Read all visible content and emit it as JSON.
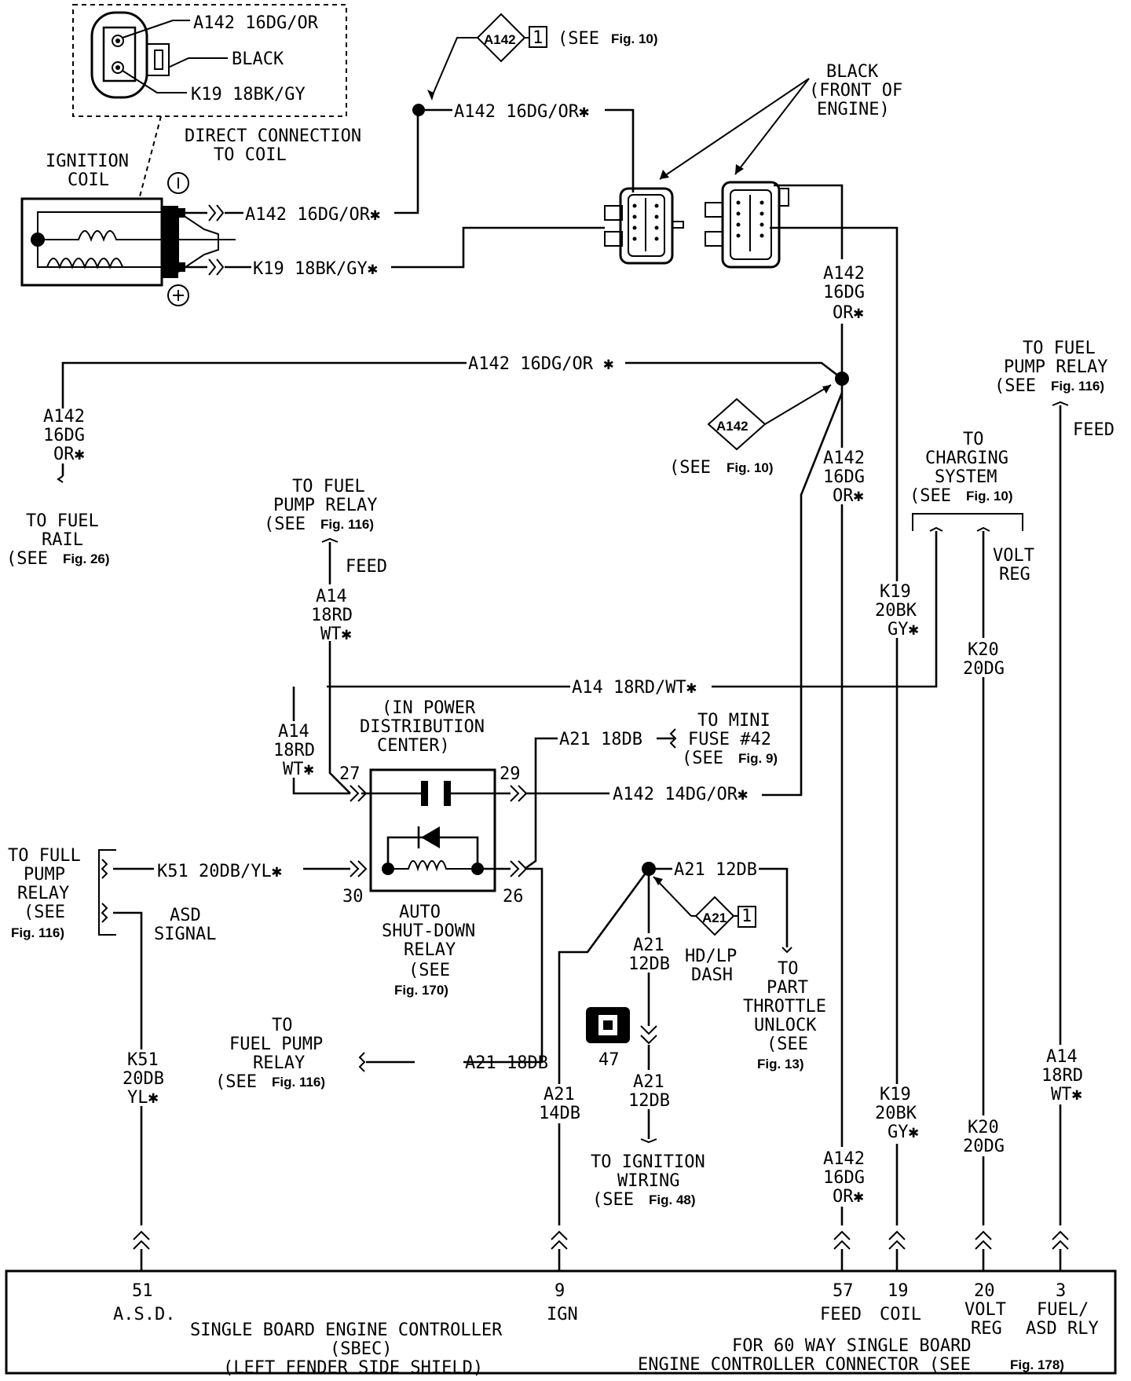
{
  "coil_detail": {
    "pin1": "A142 16DG/OR",
    "body": "BLACK",
    "pin2": "K19 18BK/GY",
    "caption_1": "DIRECT CONNECTION",
    "caption_2": "TO COIL"
  },
  "ignition_coil": {
    "label_1": "IGNITION",
    "label_2": "COIL",
    "wire_top": "A142 16DG/OR✱",
    "wire_bottom": "K19 18BK/GY✱"
  },
  "top_ref": {
    "diamond": "A142",
    "num": "1",
    "see": "(SEE",
    "fig": "Fig. 10)"
  },
  "top_wire": "A142 16DG/OR✱",
  "connector_note": {
    "line1": "BLACK",
    "line2": "(FRONT OF",
    "line3": "ENGINE)"
  },
  "right_drop_1": {
    "l1": "A142",
    "l2": "16DG",
    "l3": "OR✱"
  },
  "long_wire_a142": "A142 16DG/OR ✱",
  "fuel_rail": {
    "w1": "A142",
    "w2": "16DG",
    "w3": "OR✱",
    "to1": "TO FUEL",
    "to2": "RAIL",
    "see": "(SEE",
    "fig": "Fig. 26)"
  },
  "mid_ref": {
    "diamond": "A142",
    "see": "(SEE",
    "fig": "Fig. 10)"
  },
  "right_drop_2": {
    "l1": "A142",
    "l2": "16DG",
    "l3": "OR✱"
  },
  "fuel_pump_relay_top": {
    "l1": "TO FUEL",
    "l2": "PUMP RELAY",
    "see": "(SEE",
    "fig": "Fig. 116)",
    "feed": "FEED"
  },
  "fuel_pump_relay_right": {
    "l1": "TO FUEL",
    "l2": "PUMP RELAY",
    "see": "(SEE",
    "fig": "Fig. 116)",
    "feed": "FEED"
  },
  "charging": {
    "l1": "TO",
    "l2": "CHARGING",
    "l3": "SYSTEM",
    "see": "(SEE",
    "fig": "Fig. 10)",
    "volt": "VOLT",
    "reg": "REG"
  },
  "k19_mid": {
    "l1": "K19",
    "l2": "20BK",
    "l3": "GY✱"
  },
  "k20_mid": {
    "l1": "K20",
    "l2": "20DG"
  },
  "a14_mid": {
    "l1": "A14",
    "l2": "18RD",
    "l3": "WT✱"
  },
  "a14_wire": "A14 18RD/WT✱",
  "a14_left": {
    "l1": "A14",
    "l2": "18RD",
    "l3": "WT✱"
  },
  "pdc": {
    "l1": "(IN POWER",
    "l2": "DISTRIBUTION",
    "l3": "CENTER)"
  },
  "a21_18db_wire": "A21 18DB",
  "mini_fuse": {
    "l1": "TO MINI",
    "l2": "FUSE #42",
    "see": "(SEE",
    "fig": "Fig. 9)"
  },
  "pins": {
    "p27": "27",
    "p29": "29",
    "p30": "30",
    "p26": "26"
  },
  "a142_14dg": "A142 14DG/OR✱",
  "k51_wire": "K51 20DB/YL✱",
  "full_pump": {
    "l1": "TO FULL",
    "l2": "PUMP",
    "l3": "RELAY",
    "see": "(SEE",
    "fig": "Fig. 116)"
  },
  "asd_signal": {
    "l1": "ASD",
    "l2": "SIGNAL"
  },
  "asd_relay": {
    "l1": "AUTO",
    "l2": "SHUT-DOWN",
    "l3": "RELAY",
    "see": "(SEE",
    "fig": "Fig. 170)"
  },
  "splice_a21": {
    "wire": "A21 12DB",
    "diamond": "A21",
    "num": "1"
  },
  "hd_lp": {
    "l1": "HD/LP",
    "l2": "DASH"
  },
  "a21_12db_mid": {
    "l1": "A21",
    "l2": "12DB"
  },
  "part_throttle": {
    "l1": "TO",
    "l2": "PART",
    "l3": "THROTTLE",
    "l4": "UNLOCK",
    "see": "(SEE",
    "fig": "Fig. 13)"
  },
  "fuel_pump_relay_bottom": {
    "l1": "TO",
    "l2": "FUEL PUMP",
    "l3": "RELAY",
    "see": "(SEE",
    "fig": "Fig. 116)",
    "wire": "A21 18DB"
  },
  "k51_bottom": {
    "l1": "K51",
    "l2": "20DB",
    "l3": "YL✱"
  },
  "a21_14db": {
    "l1": "A21",
    "l2": "14DB"
  },
  "splice_47": "47",
  "a21_12db_low": {
    "l1": "A21",
    "l2": "12DB"
  },
  "ignition_wiring": {
    "l1": "TO IGNITION",
    "l2": "WIRING",
    "see": "(SEE",
    "fig": "Fig. 48)"
  },
  "a142_bottom": {
    "l1": "A142",
    "l2": "16DG",
    "l3": "OR✱"
  },
  "k19_bottom": {
    "l1": "K19",
    "l2": "20BK",
    "l3": "GY✱"
  },
  "k20_bottom": {
    "l1": "K20",
    "l2": "20DG"
  },
  "a14_bottom": {
    "l1": "A14",
    "l2": "18RD",
    "l3": "WT✱"
  },
  "sbec": {
    "pin51": "51",
    "pin51_name": "A.S.D.",
    "pin9": "9",
    "pin9_name": "IGN",
    "pin57": "57",
    "pin57_name": "FEED",
    "pin19": "19",
    "pin19_name": "COIL",
    "pin20": "20",
    "pin20_name_1": "VOLT",
    "pin20_name_2": "REG",
    "pin3": "3",
    "pin3_name_1": "FUEL/",
    "pin3_name_2": "ASD RLY",
    "title_1": "SINGLE BOARD ENGINE CONTROLLER",
    "title_2": "(SBEC)",
    "title_3": "(LEFT FENDER SIDE SHIELD)",
    "connector_1": "FOR 60 WAY SINGLE BOARD",
    "connector_2": "ENGINE CONTROLLER CONNECTOR (SEE",
    "connector_fig": "Fig. 178)"
  }
}
